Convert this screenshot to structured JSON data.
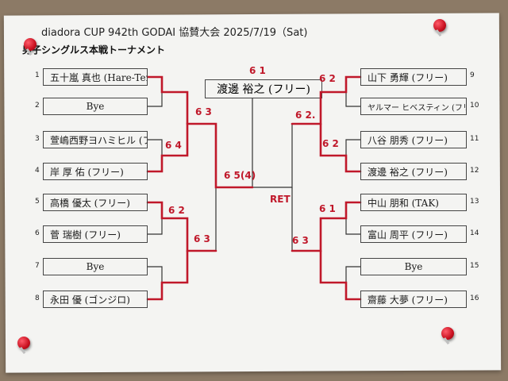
{
  "title": "diadora CUP 942th GODAI 協賛大会 2025/7/19（Sat)",
  "subtitle": "男子シングルス本戦トーナメント",
  "champion": "渡邊 裕之 (フリー)",
  "final_score": "6 1",
  "left_players": [
    {
      "num": "1",
      "name": "五十嵐 真也 (Hare-Tennis)"
    },
    {
      "num": "2",
      "name": "Bye"
    },
    {
      "num": "3",
      "name": "萱嶋西野ヨハミヒル (フリー)"
    },
    {
      "num": "4",
      "name": "岸 厚 佑 (フリー)"
    },
    {
      "num": "5",
      "name": "高橋 優太 (フリー)"
    },
    {
      "num": "6",
      "name": "菅 瑞樹 (フリー)"
    },
    {
      "num": "7",
      "name": "Bye"
    },
    {
      "num": "8",
      "name": "永田 優 (ゴンジロ)"
    }
  ],
  "right_players": [
    {
      "num": "9",
      "name": "山下 勇輝 (フリー)"
    },
    {
      "num": "10",
      "name": "ヤルマー ヒベスティン (フリー)"
    },
    {
      "num": "11",
      "name": "八谷 朋秀 (フリー)"
    },
    {
      "num": "12",
      "name": "渡邊 裕之 (フリー)"
    },
    {
      "num": "13",
      "name": "中山 朋和 (TAK)"
    },
    {
      "num": "14",
      "name": "富山 周平 (フリー)"
    },
    {
      "num": "15",
      "name": "Bye"
    },
    {
      "num": "16",
      "name": "齋藤 大夢 (フリー)"
    }
  ],
  "scores": {
    "l_r2_top": "6 3",
    "l_r1_34": "6 4",
    "l_r1_56": "6 2",
    "l_r2_bot": "6 3",
    "l_semi": "6 5(4)",
    "r_r1_910": "6 2",
    "r_r2_top": "6 2.",
    "r_r1_1112": "6 2",
    "r_r1_1314": "6 1",
    "r_r2_bot": "6 3",
    "r_semi": "RET"
  }
}
